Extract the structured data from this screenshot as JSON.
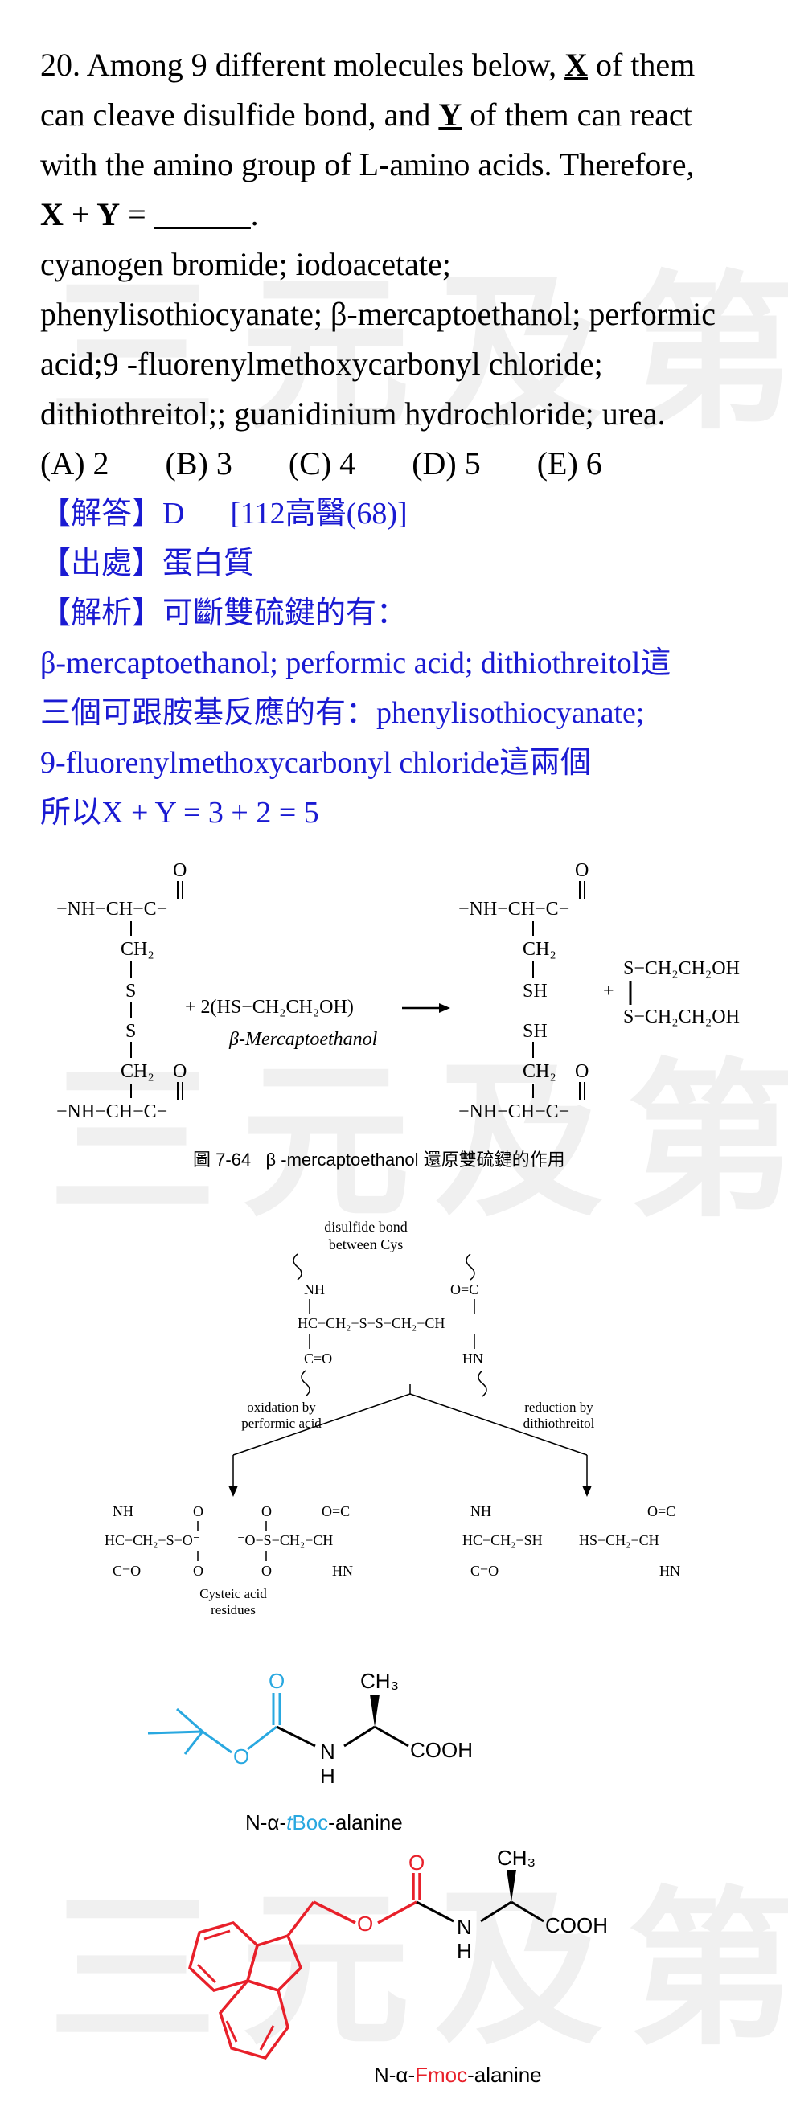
{
  "question": {
    "line1_a": "20. Among 9 different molecules below, ",
    "x_symbol": "X",
    "line1_b": " of them",
    "line2_a": "can cleave disulfide bond, and ",
    "y_symbol": "Y",
    "line2_b": " of them can react",
    "line3": "with the amino group of L-amino acids. Therefore,",
    "line4_bold": "X + Y",
    "line4_rest": " = ______.",
    "line5": "cyanogen bromide; iodoacetate;",
    "line6": "phenylisothiocyanate; β-mercaptoethanol; performic",
    "line7": "acid;9 -fluorenylmethoxycarbonyl chloride;",
    "line8": "dithiothreitol;; guanidinium hydrochloride; urea.",
    "options": [
      "(A) 2",
      "(B) 3",
      "(C) 4",
      "(D) 5",
      "(E) 6"
    ]
  },
  "answer": {
    "answer_line": "【解答】D      [112高醫(68)]",
    "source_line": "【出處】蛋白質",
    "analysis_line": "【解析】可斷雙硫鍵的有：",
    "line4": "β-mercaptoethanol; performic acid; dithiothreitol這",
    "line5": "三個可跟胺基反應的有：phenylisothiocyanate;",
    "line6": "9-fluorenylmethoxycarbonyl chloride這兩個",
    "line7": "所以X + Y = 3 + 2 = 5"
  },
  "watermark": "三元及第",
  "figure1": {
    "caption": "圖 7-64   β -mercaptoethanol 還原雙硫鍵的作用",
    "reagent": "+ 2(HS−CH₂CH₂OH)",
    "reagent_name": "β-Mercaptoethanol",
    "product_top": "S−CH₂CH₂OH",
    "product_bottom": "S−CH₂CH₂OH",
    "backbone": "−NH−CH−C−"
  },
  "figure2": {
    "title_1": "disulfide bond",
    "title_2": "between Cys",
    "center_chain": "HC−CH₂−S−S−CH₂−CH",
    "left_branch_1": "oxidation by",
    "left_branch_2": "performic acid",
    "right_branch_1": "reduction by",
    "right_branch_2": "dithiothreitol",
    "cysteic_1": "Cysteic acid",
    "cysteic_2": "residues",
    "ox_left_chain": "HC−CH₂−S−O⁻",
    "ox_right_chain": "⁻O−S−CH₂−CH",
    "red_left_chain": "HC−CH₂−SH",
    "red_right_chain": "HS−CH₂−CH"
  },
  "figure3": {
    "boc_label_pre": "N-α-",
    "boc_label_t": "t",
    "boc_label_mid": "Boc",
    "boc_label_post": "-alanine",
    "fmoc_label_pre": "N-α-",
    "fmoc_label_mid": "Fmoc",
    "fmoc_label_post": "-alanine",
    "ch3": "CH₃",
    "cooh": "COOH",
    "n": "N",
    "h": "H",
    "o": "O"
  },
  "colors": {
    "answer_blue": "#1a1ad2",
    "boc_cyan": "#29a8e0",
    "fmoc_red": "#e8202a"
  }
}
